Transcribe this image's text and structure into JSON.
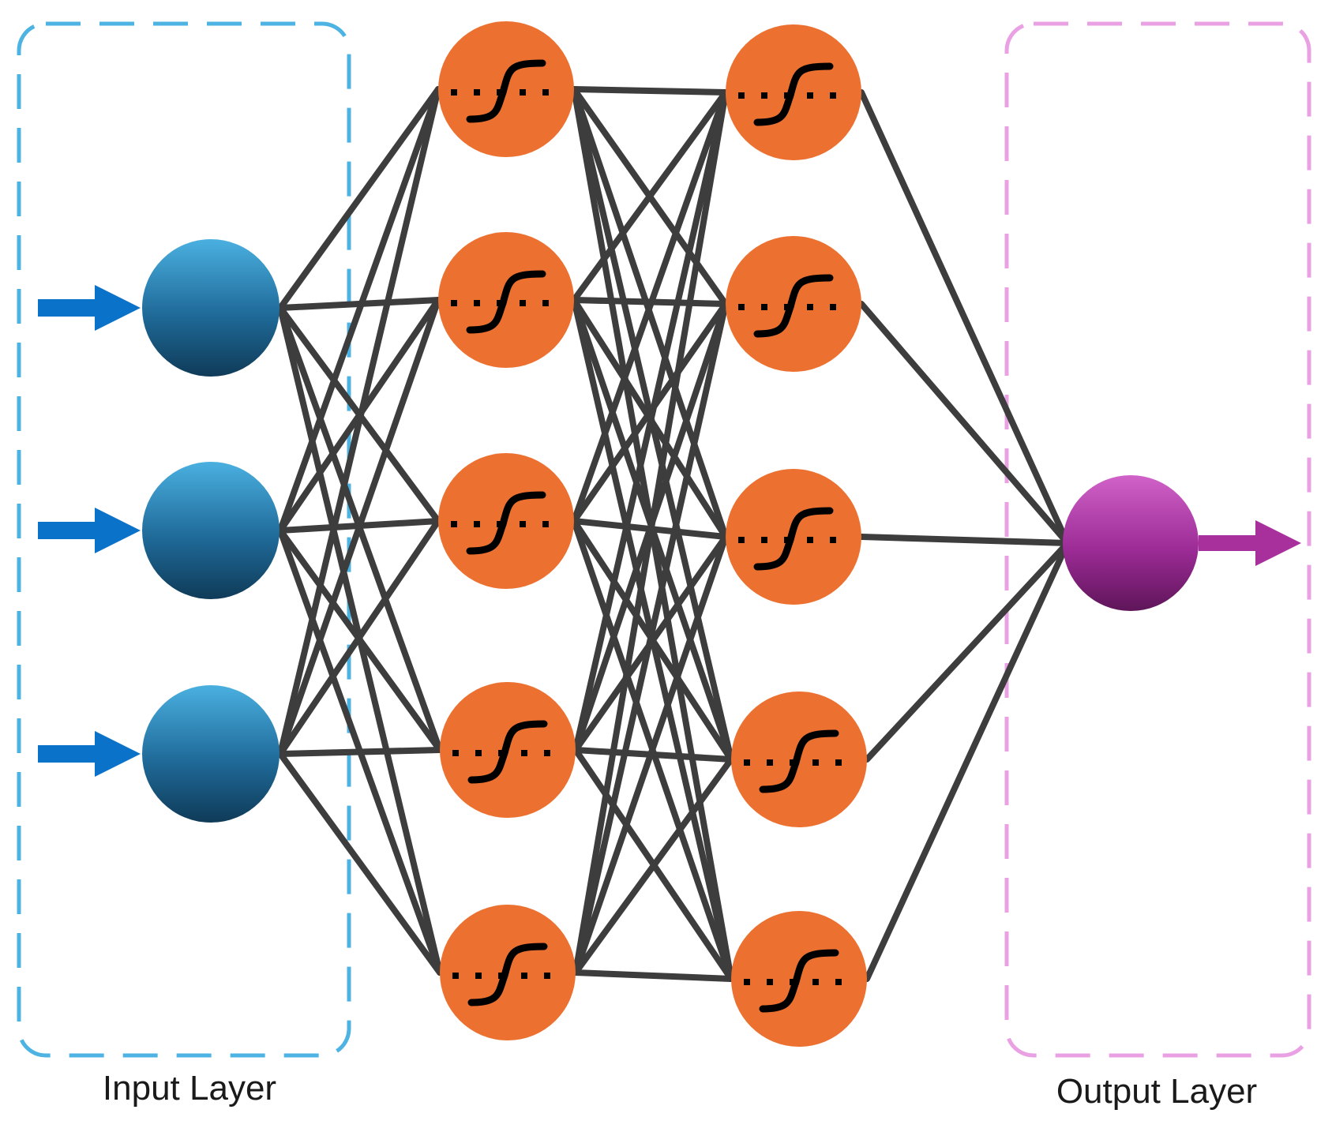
{
  "labels": {
    "input_layer": "Input Layer",
    "output_layer": "Output Layer"
  },
  "network": {
    "input_nodes": 3,
    "hidden_layers": [
      5,
      5
    ],
    "output_nodes": 1,
    "activation_icon": "sigmoid-icon"
  },
  "colors": {
    "input_node": "#2a7ab0",
    "input_arrow": "#0a72c8",
    "input_box": "#4cb3e3",
    "hidden_node": "#ec7130",
    "connection": "#3d3d3d",
    "output_node": "#a02f9a",
    "output_arrow": "#a8309d",
    "output_box": "#e9a1e3"
  }
}
